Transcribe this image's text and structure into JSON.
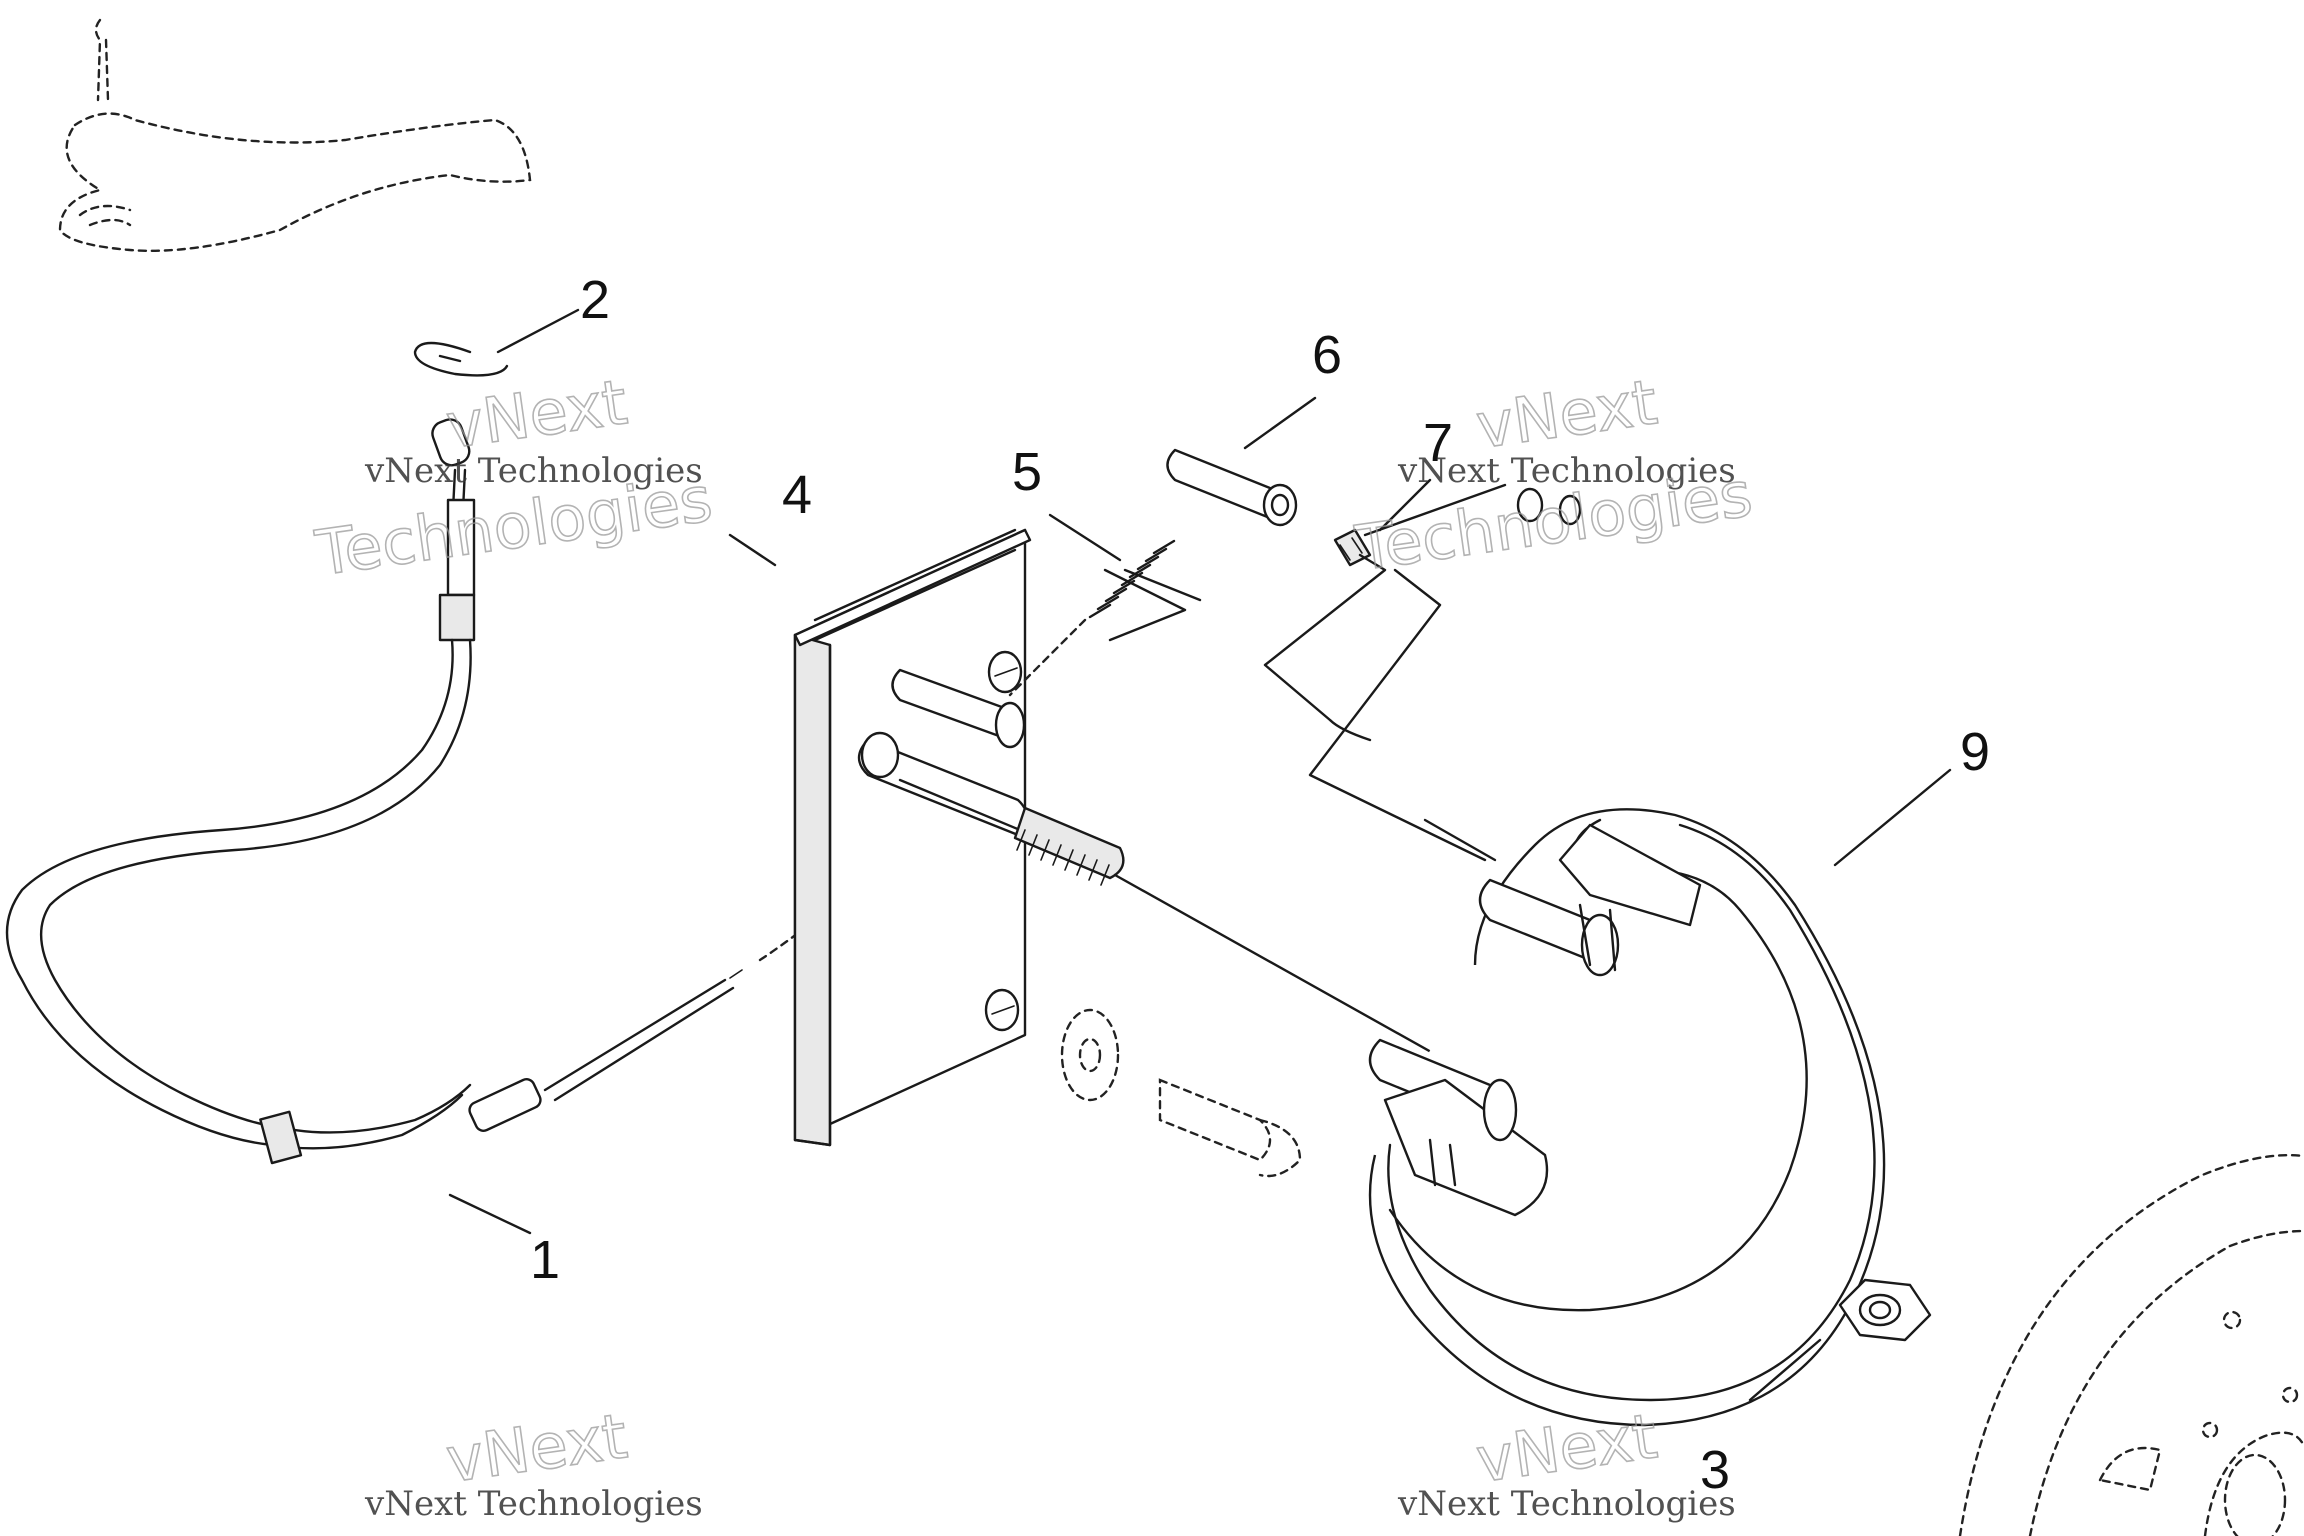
{
  "callouts": [
    {
      "id": "1",
      "label": "1"
    },
    {
      "id": "2",
      "label": "2"
    },
    {
      "id": "3",
      "label": "3"
    },
    {
      "id": "4",
      "label": "4"
    },
    {
      "id": "5",
      "label": "5"
    },
    {
      "id": "6",
      "label": "6"
    },
    {
      "id": "7",
      "label": "7"
    },
    {
      "id": "9",
      "label": "9"
    }
  ],
  "watermark": {
    "brand": "vNext",
    "line": "vNext Technologies",
    "word": "Technologies"
  },
  "colors": {
    "line": "#1a1a1a",
    "background": "#ffffff",
    "watermark": "#9a9a9a"
  }
}
